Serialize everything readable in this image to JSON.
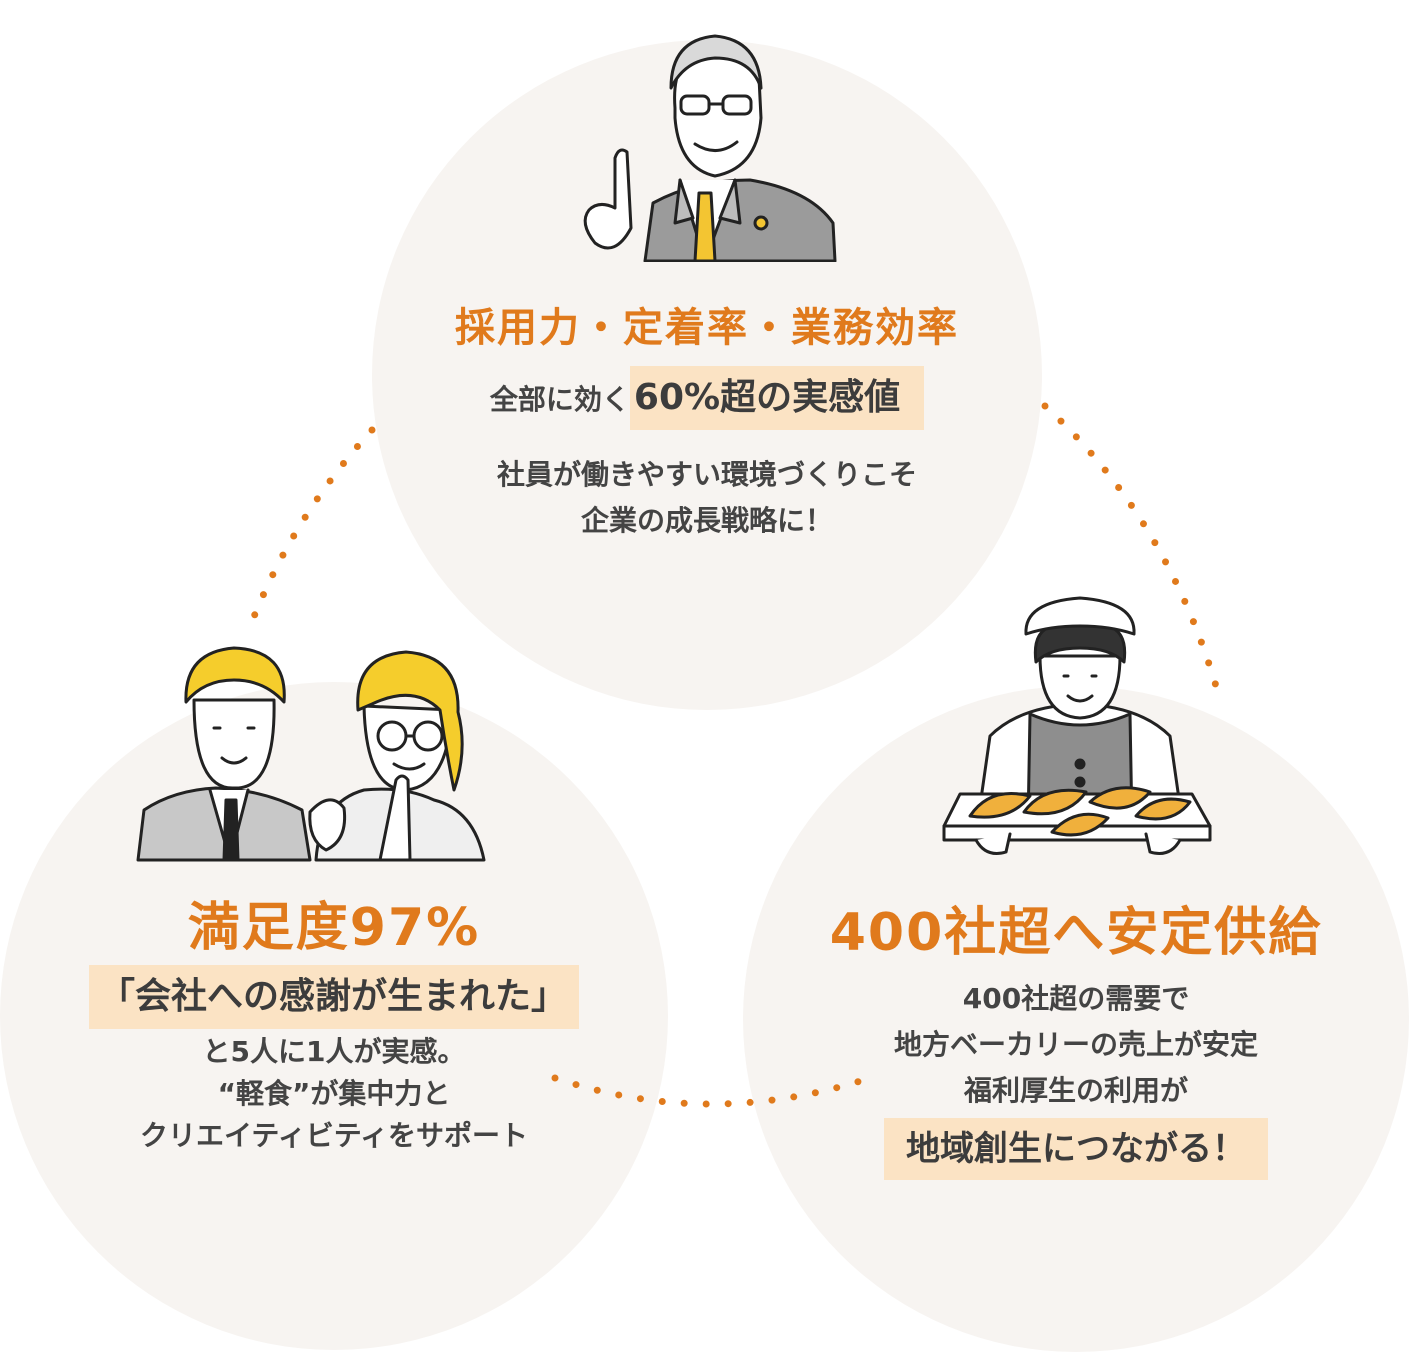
{
  "top": {
    "heading": "採用力・定着率・業務効率",
    "sub_prefix": "全部に効く",
    "sub_highlight": "60%超の実感値",
    "body_lines": [
      "社員が働きやすい環境づくりこそ",
      "企業の成長戦略に！"
    ],
    "illustration": "businessman-pointing-icon"
  },
  "left": {
    "heading": "満足度97%",
    "highlight": "「会社への感謝が生まれた」",
    "body_lines": [
      "と5人に1人が実感。",
      "“軽食”が集中力と",
      "クリエイティビティをサポート"
    ],
    "illustration": "happy-employees-icon"
  },
  "right": {
    "heading": "400社超へ安定供給",
    "body_lines": [
      "400社超の需要で",
      "地方ベーカリーの売上が安定",
      "福利厚生の利用が"
    ],
    "highlight": "地域創生につながる！",
    "illustration": "baker-with-croissants-icon"
  },
  "colors": {
    "accent": "#e07a1c",
    "highlight_bg": "#fbe3c4",
    "circle_bg": "#f7f4f1",
    "text": "#3c3c3c"
  }
}
